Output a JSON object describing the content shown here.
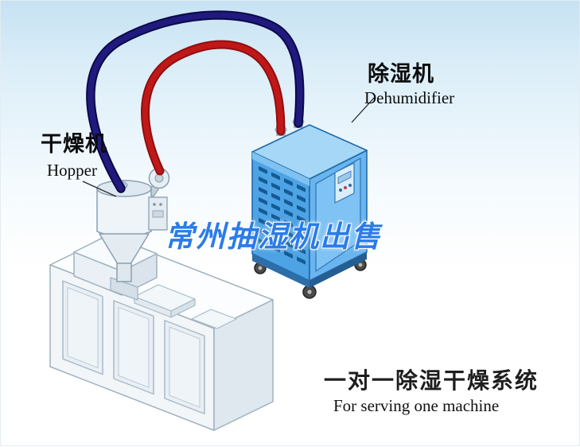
{
  "labels": {
    "hopper_zh": "干燥机",
    "hopper_en": "Hopper",
    "dehumidifier_zh": "除湿机",
    "dehumidifier_en": "Dehumidifier",
    "watermark": "常州抽湿机出售",
    "caption_zh": "一对一除湿干燥系统",
    "caption_en": "For serving one machine"
  },
  "colors": {
    "hose_red": "#c01818",
    "hose_red_edge": "#8f0f0f",
    "hose_navy": "#201a7e",
    "hose_navy_edge": "#0c0848",
    "cabinet_front": "#4da3e4",
    "cabinet_side": "#6ab5ef",
    "cabinet_top": "#a6d7f7",
    "watermark_blue": "#2b7ce8"
  }
}
